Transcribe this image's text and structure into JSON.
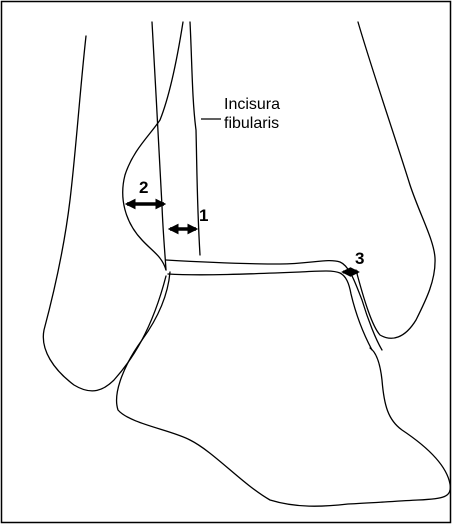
{
  "labels": {
    "incisura_line1": "Incisura",
    "incisura_line2": "fibularis",
    "marker_1": "1",
    "marker_2": "2",
    "marker_3": "3"
  },
  "colors": {
    "stroke": "#000000",
    "background": "#ffffff"
  }
}
